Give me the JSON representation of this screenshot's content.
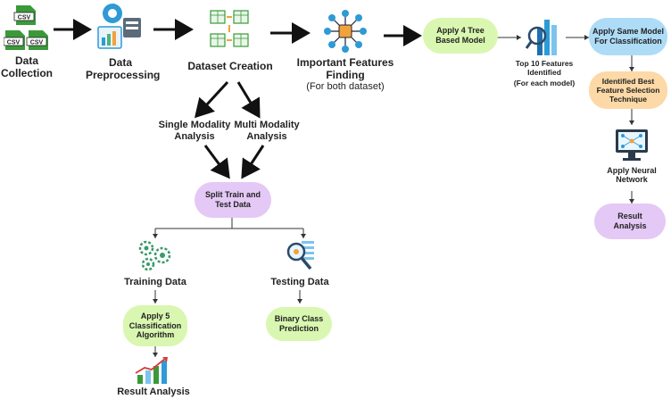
{
  "colors": {
    "green": "#d9f7b0",
    "blue": "#aedcf7",
    "orange": "#fcd9a6",
    "purple": "#e4c8f5",
    "accent": "#2a7fd4",
    "arrow": "#111111"
  },
  "nodes": {
    "data_collection": "Data\nCollection",
    "data_preprocessing": "Data\nPreprocessing",
    "dataset_creation": "Dataset Creation",
    "important_features": "Important Features\nFinding",
    "important_features_sub": "(For both dataset)",
    "apply_tree": "Apply 4 Tree\nBased Model",
    "top10": "Top 10 Features\nIdentified",
    "top10_sub": "(For each model)",
    "apply_same": "Apply Same Model\nFor Classification",
    "best_feature": "Identified Best\nFeature Selection\nTechnique",
    "apply_nn": "Apply Neural\nNetwork",
    "result_analysis_right": "Result\nAnalysis",
    "single_modality": "Single Modality\nAnalysis",
    "multi_modality": "Multi Modality\nAnalysis",
    "split": "Split Train and\nTest Data",
    "training_data": "Training Data",
    "testing_data": "Testing Data",
    "apply5": "Apply 5\nClassification\nAlgorithm",
    "binary": "Binary Class\nPrediction",
    "result_analysis_left": "Result Analysis"
  },
  "icons": {
    "csv_label": "CSV",
    "csv_files": "csv-files-icon",
    "preprocessing": "data-preprocessing-icon",
    "dataset": "dataset-grid-icon",
    "features": "feature-network-icon",
    "top10": "ranking-chart-icon",
    "neural": "neural-monitor-icon",
    "training": "gears-icon",
    "testing": "magnifier-data-icon",
    "result": "growth-chart-icon"
  }
}
